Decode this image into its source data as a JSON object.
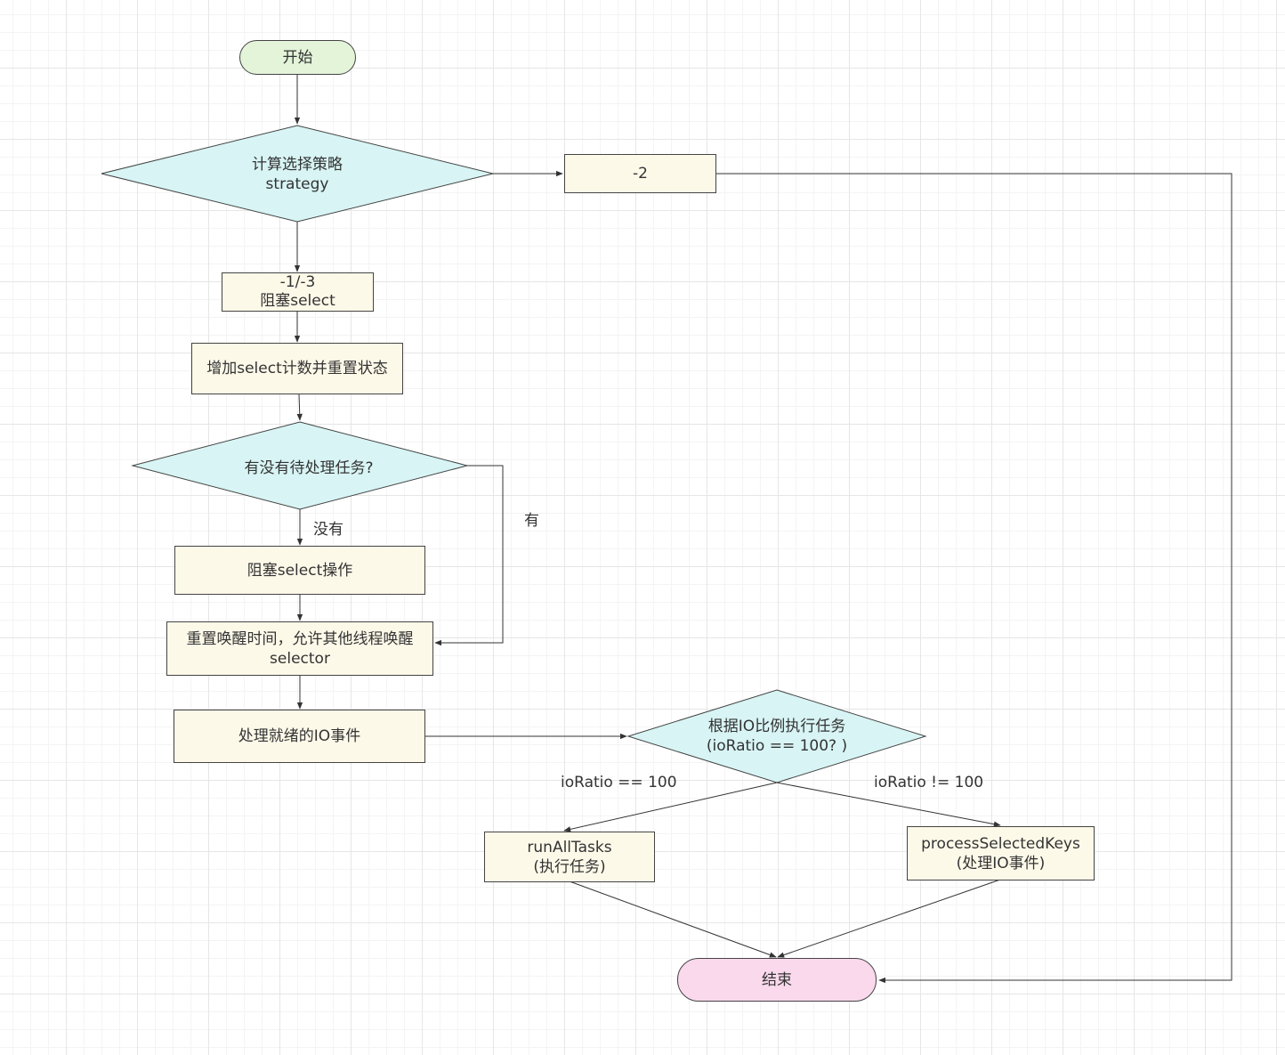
{
  "colors": {
    "terminal_start": "#e3f4d9",
    "terminal_end": "#fad9ec",
    "decision": "#d8f4f4",
    "process": "#fdf9e9",
    "stroke": "#444444"
  },
  "nodes": {
    "start": {
      "text": "开始"
    },
    "calc_strategy": {
      "line1": "计算选择策略",
      "line2": "strategy"
    },
    "minus2": {
      "text": "-2"
    },
    "minus1_3": {
      "line1": "-1/-3",
      "line2": "阻塞select"
    },
    "inc_select": {
      "text": "增加select计数并重置状态"
    },
    "has_tasks": {
      "text": "有没有待处理任务?"
    },
    "block_select": {
      "text": "阻塞select操作"
    },
    "reset_wakeup": {
      "line1": "重置唤醒时间，允许其他线程唤醒",
      "line2": "selector"
    },
    "process_io": {
      "text": "处理就绪的IO事件"
    },
    "io_ratio": {
      "line1": "根据IO比例执行任务",
      "line2": "(ioRatio == 100? )"
    },
    "run_all_tasks": {
      "line1": "runAllTasks",
      "line2": "(执行任务)"
    },
    "process_keys": {
      "line1": "processSelectedKeys",
      "line2": "(处理IO事件)"
    },
    "end": {
      "text": "结束"
    }
  },
  "edge_labels": {
    "no": "没有",
    "yes": "有",
    "ratio_eq": "ioRatio == 100",
    "ratio_ne": "ioRatio != 100"
  }
}
